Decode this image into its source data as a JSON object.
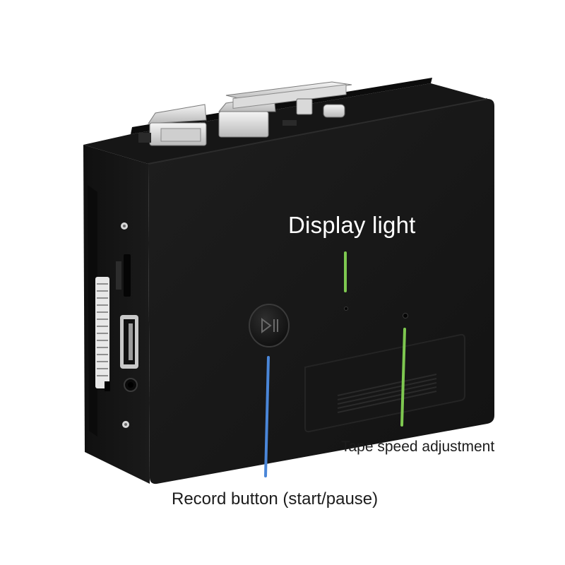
{
  "annotations": {
    "display_light": "Display light",
    "tape_speed": "Tape speed adjustment",
    "record_button": "Record button (start/pause)"
  },
  "colors": {
    "body": "#141414",
    "display_pointer": "#7ec850",
    "speed_pointer": "#7ec850",
    "record_pointer": "#4a86d8"
  },
  "icons": {
    "record_button_symbol": "play-pause-icon"
  }
}
